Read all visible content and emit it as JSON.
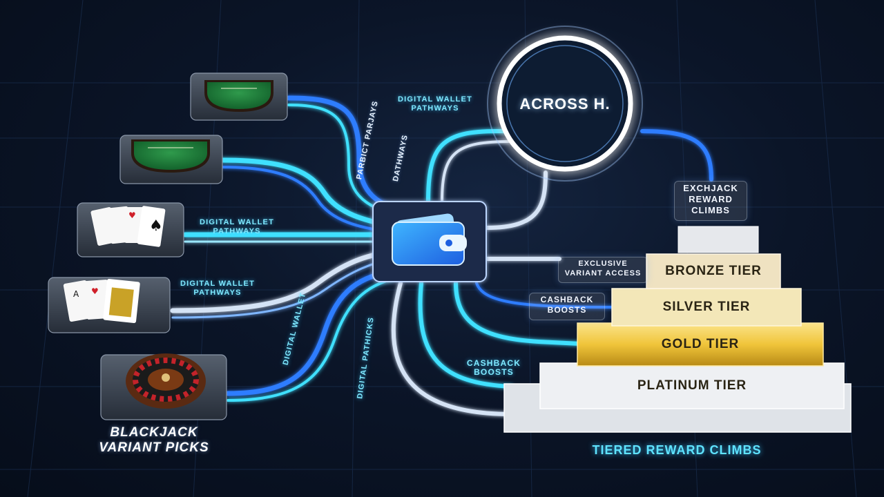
{
  "center_node": {
    "label": "ACROSS H."
  },
  "left_caption": {
    "line1": "BLACKJACK",
    "line2": "VARIANT PICKS"
  },
  "bottom_caption": "TIERED REWARD CLIMBS",
  "path_labels": {
    "top_center": "DIGITAL WALLET\nPATHWAYS",
    "vertical_a": "PARBICT PARJAYS",
    "vertical_b": "DATHWAYS",
    "left_mid_1": "DIGITAL WALLET\nPATHWAYS",
    "left_mid_2": "DIGITAL WALLET\nPATHWAYS",
    "vertical_c": "DIGITAL WALLET",
    "vertical_d": "DIGITAL PATHICKS",
    "cashback_lower": "CASHBACK\nBOOSTS"
  },
  "callouts": {
    "exchjack": "EXCHJACK\nREWARD\nCLIMBS",
    "exclusive": "EXCLUSIVE\nVARIANT ACCESS",
    "cashback": "CASHBACK\nBOOSTS"
  },
  "tiers": [
    {
      "label": "BRONZE TIER"
    },
    {
      "label": "SILVER TIER"
    },
    {
      "label": "GOLD TIER"
    },
    {
      "label": "PLATINUM TIER"
    }
  ],
  "icons": [
    "blackjack-table-icon",
    "blackjack-table-icon",
    "playing-cards-icon",
    "playing-cards-icon",
    "roulette-wheel-icon",
    "wallet-icon"
  ],
  "colors": {
    "glow_cyan": "#3fe0ff",
    "glow_blue": "#2f7dff",
    "gold": "#f0c53a",
    "silver": "#f3e7b8",
    "bronze": "#efe2c1",
    "platinum": "#eef0f3"
  }
}
